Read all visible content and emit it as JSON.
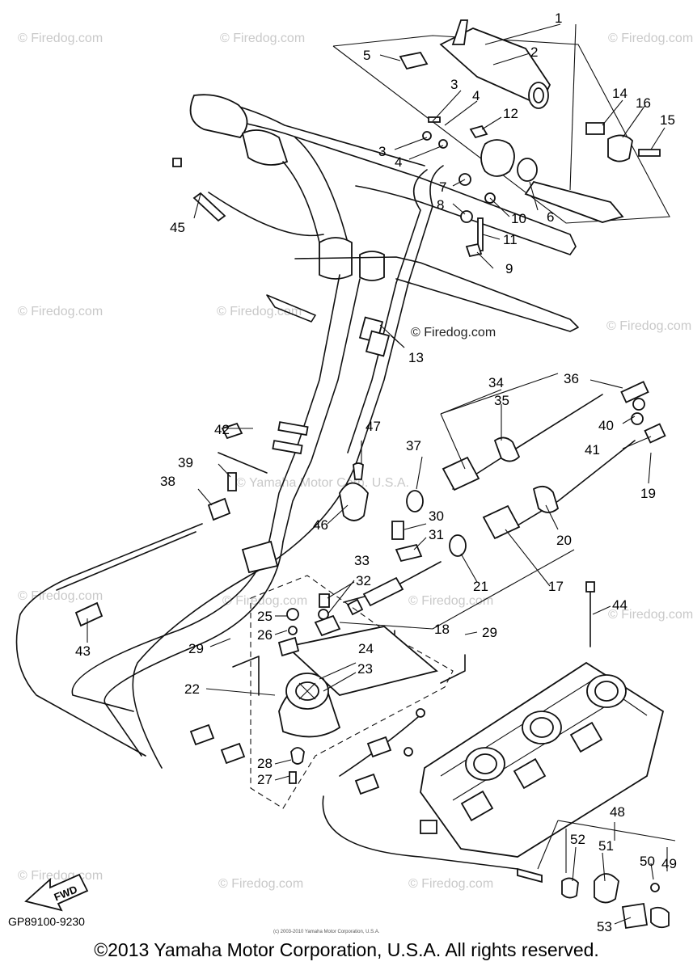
{
  "watermark": {
    "text": "© Firedog.com",
    "center_text": "© Firedog.com",
    "faint_text": "© Yamaha Motor Corp. U.S.A."
  },
  "diagram_code": "GP89100-9230",
  "fwd_label": "FWD",
  "copyright": "©2013 Yamaha Motor Corporation, U.S.A. All rights reserved.",
  "small_copyright": "(c) 2003-2010 Yamaha Motor Corporation, U.S.A.",
  "callouts": {
    "c1": "1",
    "c2": "2",
    "c3a": "3",
    "c3b": "3",
    "c4a": "4",
    "c4b": "4",
    "c5": "5",
    "c6": "6",
    "c7": "7",
    "c8": "8",
    "c9": "9",
    "c10": "10",
    "c11": "11",
    "c12": "12",
    "c13": "13",
    "c14": "14",
    "c15": "15",
    "c16": "16",
    "c17": "17",
    "c18": "18",
    "c19": "19",
    "c20": "20",
    "c21": "21",
    "c22": "22",
    "c23": "23",
    "c24": "24",
    "c25": "25",
    "c26": "26",
    "c27": "27",
    "c28": "28",
    "c29a": "29",
    "c29b": "29",
    "c30": "30",
    "c31": "31",
    "c32": "32",
    "c33": "33",
    "c34": "34",
    "c35": "35",
    "c36": "36",
    "c37": "37",
    "c38": "38",
    "c39": "39",
    "c40": "40",
    "c41": "41",
    "c42": "42",
    "c43": "43",
    "c44": "44",
    "c45": "45",
    "c46": "46",
    "c47": "47",
    "c48": "48",
    "c49": "49",
    "c50": "50",
    "c51": "51",
    "c52": "52",
    "c53": "53"
  }
}
